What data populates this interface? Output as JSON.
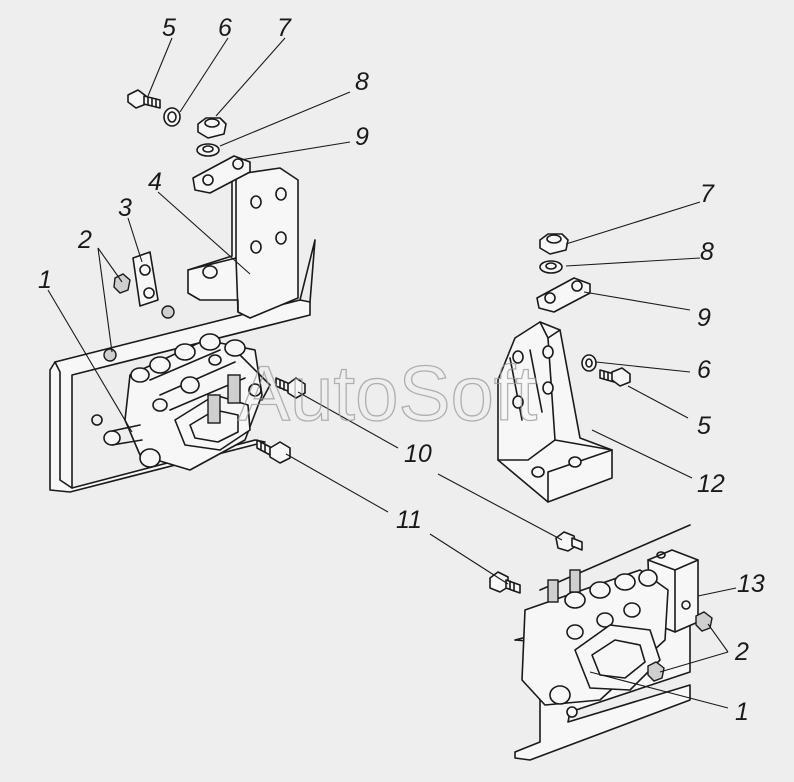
{
  "watermark": "AutoSoft",
  "labels": {
    "l5a": "5",
    "l6a": "6",
    "l7a": "7",
    "l8a": "8",
    "l9a": "9",
    "l4": "4",
    "l3": "3",
    "l2a": "2",
    "l1a": "1",
    "l7b": "7",
    "l8b": "8",
    "l9b": "9",
    "l6b": "6",
    "l5b": "5",
    "l12": "12",
    "l10": "10",
    "l11": "11",
    "l13": "13",
    "l2b": "2",
    "l1b": "1"
  }
}
